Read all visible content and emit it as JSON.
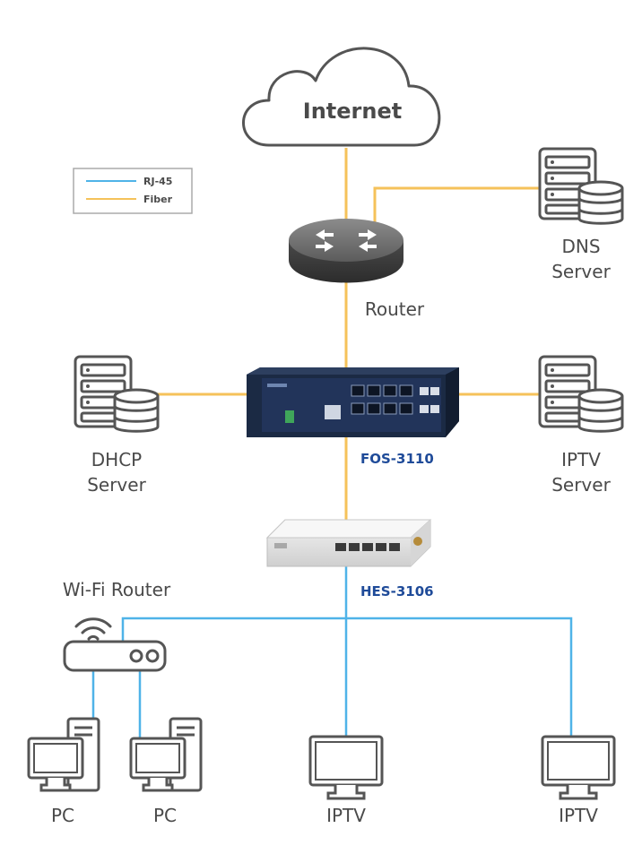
{
  "colors": {
    "rj45": "#4fb3e8",
    "fiber": "#f5c25a",
    "model_text": "#1f4b99",
    "outline": "#555555"
  },
  "legend": {
    "rj45": "RJ-45",
    "fiber": "Fiber"
  },
  "cloud": {
    "label": "Internet"
  },
  "router": {
    "label": "Router"
  },
  "dns_server": {
    "line1": "DNS",
    "line2": "Server"
  },
  "dhcp_server": {
    "line1": "DHCP",
    "line2": "Server"
  },
  "iptv_server": {
    "line1": "IPTV",
    "line2": "Server"
  },
  "fos_switch": {
    "model": "FOS-3110"
  },
  "hes_switch": {
    "model": "HES-3106"
  },
  "wifi_router": {
    "label": "Wi-Fi Router"
  },
  "endpoints": {
    "pc1": "PC",
    "pc2": "PC",
    "iptv1": "IPTV",
    "iptv2": "IPTV"
  },
  "icons": [
    "cloud-icon",
    "router-icon",
    "server-icon",
    "switch-icon",
    "wifi-icon",
    "pc-icon",
    "monitor-icon"
  ]
}
